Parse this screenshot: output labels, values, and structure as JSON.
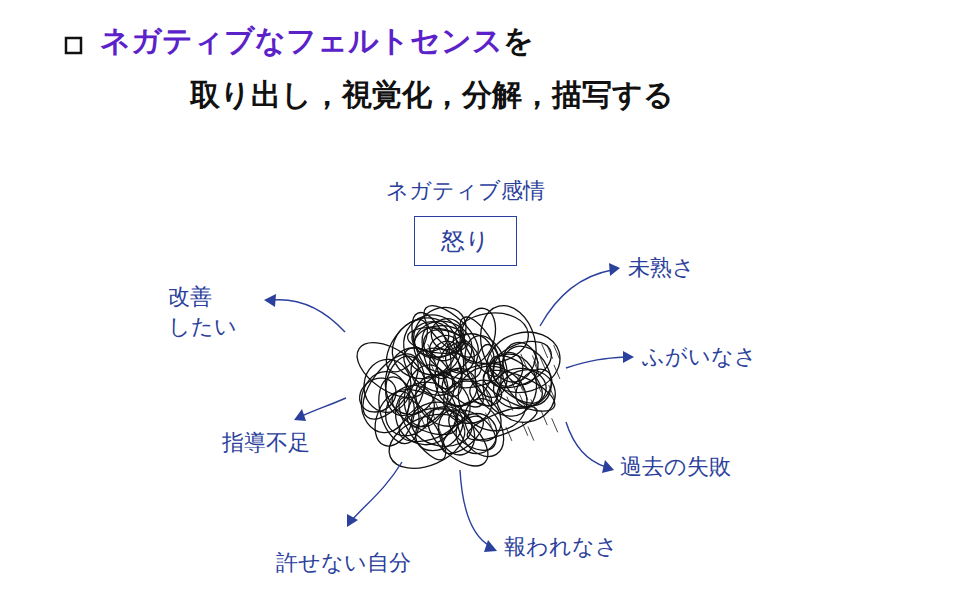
{
  "diagram": {
    "title": "ネガティブなフェルトセンスを 取り出し，視覚化，分解，描写する",
    "nodes": [
      {
        "text": [
          "ネガティブ感情",
          "怒り"
        ]
      }
    ],
    "labels": [
      "改善 したい",
      "未熟さ",
      "ふがいなさ",
      "過去の失敗",
      "報われなさ",
      "許せない自分",
      "指導不足"
    ]
  }
}
